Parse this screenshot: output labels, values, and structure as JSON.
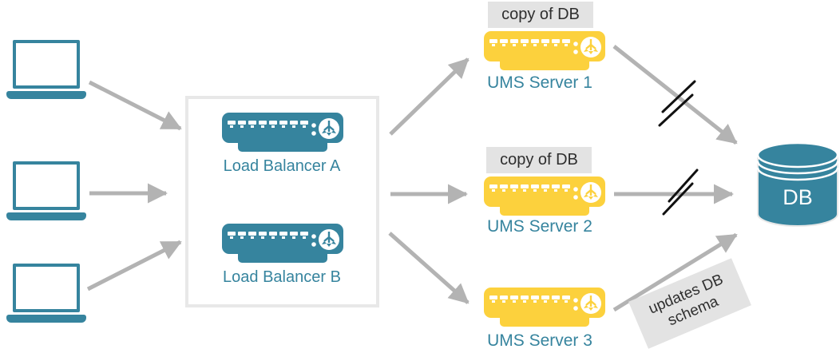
{
  "clients": [
    {
      "icon": "laptop-icon"
    },
    {
      "icon": "laptop-icon"
    },
    {
      "icon": "laptop-icon"
    }
  ],
  "load_balancers": {
    "items": [
      {
        "label": "Load Balancer A",
        "icon": "network-appliance-icon"
      },
      {
        "label": "Load Balancer B",
        "icon": "network-appliance-icon"
      }
    ]
  },
  "ums_servers": [
    {
      "label": "UMS Server 1",
      "badge": "copy of DB",
      "icon": "network-appliance-icon",
      "link_to_db": "broken-double-slash"
    },
    {
      "label": "UMS Server 2",
      "badge": "copy of DB",
      "icon": "network-appliance-icon",
      "link_to_db": "broken-double-slash"
    },
    {
      "label": "UMS Server 3",
      "icon": "network-appliance-icon",
      "link_to_db": "active"
    }
  ],
  "database": {
    "label": "DB",
    "icon": "database-cylinder-icon"
  },
  "edge_labels": {
    "updates_db_schema_line1": "updates DB",
    "updates_db_schema_line2": "schema"
  },
  "colors": {
    "teal": "#36849E",
    "yellow": "#FCD13D",
    "arrow_gray": "#B3B3B3",
    "label_bg": "#E3E3E3",
    "label_text": "#2F2F2F",
    "slash_black": "#111111",
    "box_border": "#E8E8E8"
  }
}
